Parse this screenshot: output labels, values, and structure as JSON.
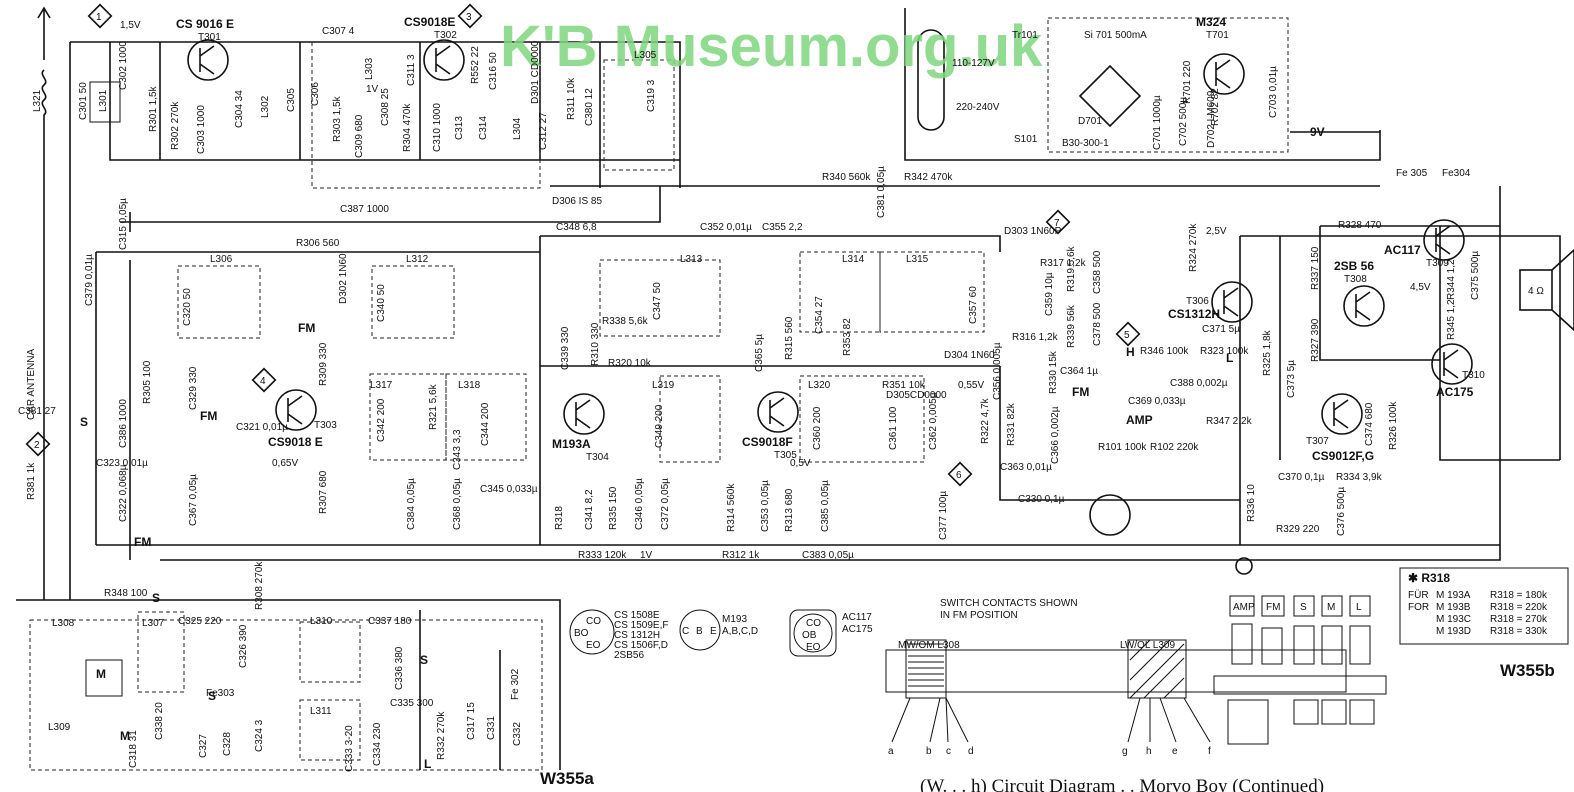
{
  "watermark": "K'B Museum.org.uk",
  "sheet_left": "W355a",
  "sheet_right": "W355b",
  "caption": "(W. . . h) Circuit Diagram . . Morvo Boy (Continued)",
  "nodes": [
    "1",
    "2",
    "3",
    "4",
    "5",
    "6",
    "7"
  ],
  "voltages": {
    "v15": "1,5V",
    "v1": "1V",
    "v065": "0,65V",
    "v055": "0,55V",
    "v05": "0,5V",
    "v25": "2,5V",
    "v45": "4,5V",
    "v9": "9V"
  },
  "transistors": {
    "t301": {
      "type": "CS 9016 E",
      "ref": "T301"
    },
    "t302": {
      "type": "CS9018E",
      "ref": "T302"
    },
    "t303": {
      "type": "CS9018 E",
      "ref": "T303"
    },
    "t304": {
      "type": "M193A",
      "ref": "T304"
    },
    "t305": {
      "type": "CS9018F",
      "ref": "T305"
    },
    "t306": {
      "type": "CS1312H",
      "ref": "T306"
    },
    "t307": {
      "type": "CS9012F,G",
      "ref": "T307"
    },
    "t308": {
      "type": "2SB 56",
      "ref": "T308"
    },
    "t309": {
      "type": "AC117",
      "ref": "T309"
    },
    "t310": {
      "type": "AC175",
      "ref": "T310"
    },
    "t701": {
      "type": "M324",
      "ref": "T701"
    }
  },
  "labels": {
    "antenna": "CAR ANTENNA",
    "l321": "L321",
    "c301": "C301 50",
    "l301": "L301",
    "c302": "C302 1000",
    "r301": "R301 1,5k",
    "r302": "R302 270k",
    "c303": "C303 1000",
    "c304": "C304 34",
    "l302": "L302",
    "c305": "C305",
    "c306": "C306",
    "c307": "C307 4",
    "l303": "L303",
    "c308": "C308 25",
    "r303": "R303 1,5k",
    "c309": "C309 680",
    "c311": "C311 3",
    "r304": "R304 470k",
    "c310": "C310 1000",
    "r552": "R552 22",
    "c313": "C313",
    "c314": "C314",
    "c316": "C316 50",
    "l304": "L304",
    "c312": "C312 27",
    "d301": "D301 CD0000",
    "r311": "R311 10k",
    "c380": "C380 12",
    "l305": "L305",
    "c319": "C319 3",
    "c315": "C315 0,05µ",
    "c387": "C387 1000",
    "d306": "D306 IS 85",
    "tr101": "Tr101",
    "si701": "Si 701 500mA",
    "v110": "110-127V",
    "v220": "220-240V",
    "s101": "S101",
    "d701": "D701",
    "b30": "B30-300-1",
    "c701": "C701 1000µ",
    "r701": "R701 220",
    "r702": "R702 82",
    "c702": "C702 500µ",
    "d702": "D702 LM609",
    "c703": "C703 0,01µ",
    "r340": "R340 560k",
    "r342": "R342 470k",
    "c381b": "C381 0,05µ",
    "fe305": "Fe 305",
    "fe304": "Fe304",
    "l306": "L306",
    "c320": "C320 50",
    "r306": "R306 560",
    "d302": "D302 1N60",
    "l312": "L312",
    "c340": "C340 50",
    "c348": "C348 6,8",
    "c352": "C352 0,01µ",
    "c355": "C355 2,2",
    "l313": "L313",
    "c347": "C347 50",
    "r338": "R338 5,6k",
    "l314": "L314",
    "l315": "L315",
    "c354": "C354 27",
    "c357": "C357 60",
    "d303": "D303 1N60P",
    "r317": "R317 1,2k",
    "c359": "C359 10µ",
    "r319": "R319 5,6k",
    "c358": "C358 500",
    "r339": "R339 56k",
    "c378": "C378 500",
    "r316": "R316 1,2k",
    "d304": "D304 1N60",
    "r353": "R353 82",
    "r324": "R324 270k",
    "r328": "R328 470",
    "r337": "R337 150",
    "r344": "R344 1,2",
    "c375": "C375 500µ",
    "speaker": "4 Ω",
    "c379": "C379 0,01µ",
    "c381": "C381 27",
    "c386": "C386 1000",
    "r305": "R305 100",
    "c329": "C329 330",
    "c321": "C321 0,01µ",
    "r309": "R309 330",
    "c339": "C339 330",
    "r310": "R310 330",
    "r320": "R320 10k",
    "l319": "L319",
    "c365": "C365 5µ",
    "r315": "R315 560",
    "l320": "L320",
    "r351": "R351 10k",
    "d305": "D305CD0000",
    "c356": "C356 0,005µ",
    "r330": "R330 15k",
    "c364": "C364 1µ",
    "r346": "R346 100k",
    "c388": "C388 0,002µ",
    "c369": "C369 0,033µ",
    "r323": "R323 100k",
    "c371": "C371 5µ",
    "r325": "R325 1,8k",
    "c373": "C373 5µ",
    "r327": "R327 390",
    "r345": "R345 1,2",
    "r326": "R326 100k",
    "c374": "C374 680",
    "r347": "R347 2,2k",
    "r101": "R101 100k",
    "r102": "R102 220k",
    "l317": "L317",
    "c342": "C342 200",
    "r321": "R321 5,6k",
    "l318": "L318",
    "c343": "C343 3,3",
    "c344": "C344 200",
    "c345": "C345 0,033µ",
    "c349": "C349 200",
    "c360": "C360 200",
    "c361": "C361 100",
    "c362": "C362 0,005µ",
    "r322": "R322 4,7k",
    "r331": "R331 82k",
    "c363": "C363 0,01µ",
    "c366": "C366 0,002µ",
    "c330": "C330 0,1µ",
    "r381": "R381 1k",
    "c323": "C323 0,01µ",
    "c322": "C322 0,068µ",
    "r307": "R307 680",
    "c367": "C367 0,05µ",
    "r318": "R318",
    "c341": "C341 8,2",
    "r335": "R335 150",
    "c346": "C346 0,05µ",
    "c372": "C372 0,05µ",
    "r314": "R314 560k",
    "c353": "C353 0,05µ",
    "r313": "R313 680",
    "c385": "C385 0,05µ",
    "c377": "C377 100µ",
    "r336": "R336 10",
    "c370": "C370 0,1µ",
    "r334": "R334 3,9k",
    "r329": "R329 220",
    "c376": "C376 500µ",
    "c384": "C384 0,05µ",
    "c368": "C368 0,05µ",
    "r333": "R333 120k",
    "r312": "R312 1k",
    "c383": "C383 0,05µ",
    "r308": "R308 270k",
    "r348": "R348 100",
    "l308": "L308",
    "l307": "L307",
    "c325": "C325 220",
    "c326": "C326 390",
    "l309": "L309",
    "c318": "C318 31",
    "c338": "C338 20",
    "fe303": "Fe303",
    "c327": "C327",
    "c328": "C328",
    "c324": "C324 3",
    "l310": "L310",
    "c337": "C337 180",
    "c336": "C336 380",
    "l311": "L311",
    "c335": "C335 300",
    "c333": "C333 3-20",
    "c334": "C334 230",
    "r332": "R332 270k",
    "c317": "C317 15",
    "c331": "C331",
    "c332": "C332",
    "fe302": "Fe 302",
    "sw_s": "S",
    "sw_fm": "FM",
    "sw_m": "M",
    "sw_l": "L",
    "sw_h": "H",
    "sw_amp": "AMP",
    "switch_note1": "SWITCH CONTACTS SHOWN",
    "switch_note2": "IN FM POSITION",
    "mwom": "MW/OM L308",
    "lwol": "LW/OL L309"
  },
  "pinouts": [
    {
      "pins": [
        "CO",
        "BO",
        "EO"
      ],
      "types": [
        "CS 1508E",
        "CS 1509E,F",
        "CS 1312H",
        "CS 1506F,D",
        "2SB56"
      ]
    },
    {
      "pins": [
        "C",
        "B",
        "E"
      ],
      "types": [
        "M193",
        "A,B,C,D"
      ]
    },
    {
      "pins": [
        "CO",
        "OB",
        "EO"
      ],
      "types": [
        "AC117",
        "AC175"
      ]
    }
  ],
  "r318_table": {
    "title": "✱ R318",
    "rows": [
      {
        "pre": "FÜR",
        "type": "M 193A",
        "val": "R318 = 180k"
      },
      {
        "pre": "FOR",
        "type": "M 193B",
        "val": "R318 = 220k"
      },
      {
        "pre": "",
        "type": "M 193C",
        "val": "R318 = 270k"
      },
      {
        "pre": "",
        "type": "M 193D",
        "val": "R318 = 330k"
      }
    ]
  },
  "switch_buttons": [
    "AMP",
    "FM",
    "S",
    "M",
    "L"
  ],
  "coil_taps_left": [
    "a",
    "b",
    "c",
    "d"
  ],
  "coil_taps_right": [
    "g",
    "h",
    "e",
    "f"
  ]
}
